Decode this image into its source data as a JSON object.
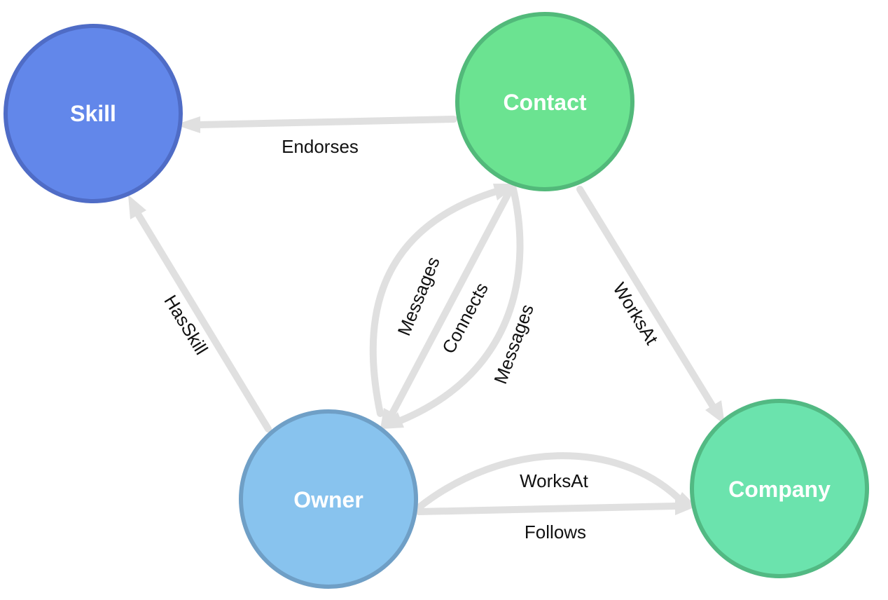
{
  "colors": {
    "edge": "#e0e0e0",
    "label_text": "#111111",
    "node_text": "#ffffff",
    "skill_fill": "#6287ea",
    "skill_stroke": "#4f6cc6",
    "contact_fill": "#6be391",
    "contact_stroke": "#52b97a",
    "owner_fill": "#88c3ee",
    "owner_stroke": "#6f9fc6",
    "company_fill": "#6be3ad",
    "company_stroke": "#52b983"
  },
  "nodes": [
    {
      "id": "skill",
      "label": "Skill"
    },
    {
      "id": "contact",
      "label": "Contact"
    },
    {
      "id": "owner",
      "label": "Owner"
    },
    {
      "id": "company",
      "label": "Company"
    }
  ],
  "edges": [
    {
      "id": "endorses",
      "label": "Endorses",
      "source": "contact",
      "target": "skill"
    },
    {
      "id": "hasskill",
      "label": "HasSkill",
      "source": "owner",
      "target": "skill"
    },
    {
      "id": "messages-left",
      "label": "Messages",
      "source": "owner",
      "target": "contact"
    },
    {
      "id": "connects",
      "label": "Connects",
      "source": "contact",
      "target": "owner"
    },
    {
      "id": "messages-right",
      "label": "Messages",
      "source": "contact",
      "target": "owner"
    },
    {
      "id": "worksat-contact",
      "label": "WorksAt",
      "source": "contact",
      "target": "company"
    },
    {
      "id": "worksat-owner",
      "label": "WorksAt",
      "source": "owner",
      "target": "company"
    },
    {
      "id": "follows",
      "label": "Follows",
      "source": "owner",
      "target": "company"
    }
  ]
}
